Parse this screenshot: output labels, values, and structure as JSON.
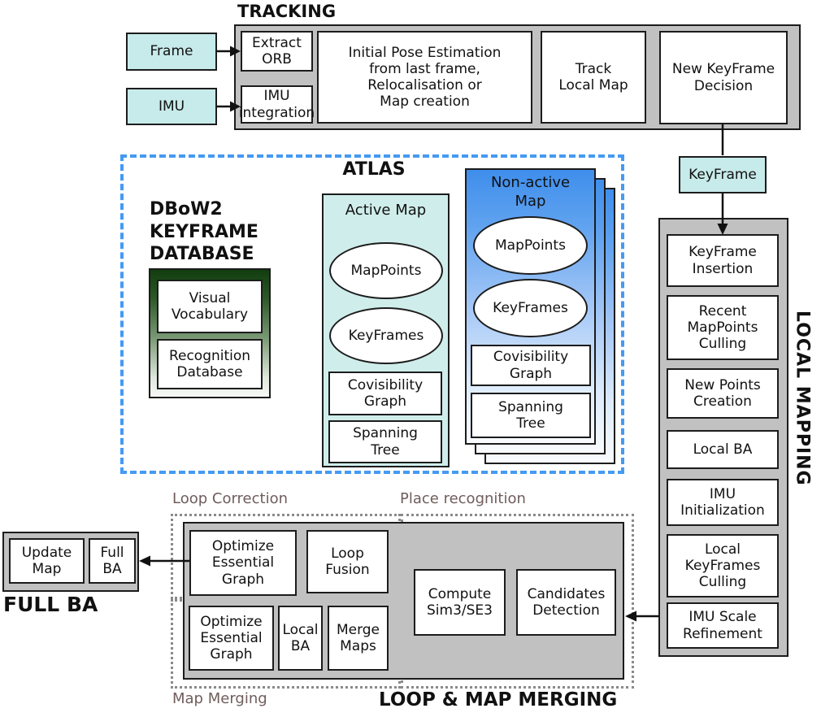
{
  "colors": {
    "container_gray": "#c1c1c1",
    "cyan_node": "#c7eaea",
    "active_map_fill": "#cfedeb",
    "nonactive_top_blue": "#3f8eec",
    "atlas_dash_blue": "#459af2",
    "dbow2_top_green": "#123d0e",
    "region_label_brown": "#6f5d5b",
    "line_black": "#111111"
  },
  "tracking": {
    "title": "TRACKING",
    "inputs": {
      "frame": "Frame",
      "imu": "IMU"
    },
    "boxes": {
      "extract_orb": "Extract\nORB",
      "imu_integration": "IMU\nintegration",
      "initial_pose": "Initial Pose Estimation\nfrom last frame,\nRelocalisation or\nMap creation",
      "track_local_map": "Track\nLocal Map",
      "new_keyframe_decision": "New KeyFrame\nDecision"
    }
  },
  "keyframe_node": "KeyFrame",
  "atlas": {
    "title": "ATLAS",
    "dbow2_title": "DBoW2\nKEYFRAME\nDATABASE",
    "dbow2": {
      "visual_vocabulary": "Visual\nVocabulary",
      "recognition_database": "Recognition\nDatabase"
    },
    "active_map": {
      "title": "Active Map",
      "mappoints": "MapPoints",
      "keyframes": "KeyFrames",
      "covisibility_graph": "Covisibility\nGraph",
      "spanning_tree": "Spanning\nTree"
    },
    "non_active_map": {
      "title": "Non-active\nMap",
      "mappoints": "MapPoints",
      "keyframes": "KeyFrames",
      "covisibility_graph": "Covisibility\nGraph",
      "spanning_tree": "Spanning\nTree"
    }
  },
  "local_mapping": {
    "title": "LOCAL MAPPING",
    "boxes": [
      "KeyFrame\nInsertion",
      "Recent\nMapPoints\nCulling",
      "New Points\nCreation",
      "Local BA",
      "IMU\nInitialization",
      "Local\nKeyFrames\nCulling",
      "IMU Scale\nRefinement"
    ]
  },
  "full_ba": {
    "title": "FULL BA",
    "update_map": "Update\nMap",
    "full_ba": "Full\nBA"
  },
  "loop_map_merging": {
    "title": "LOOP & MAP MERGING",
    "loop_correction_label": "Loop Correction",
    "place_recognition_label": "Place recognition",
    "map_merging_label": "Map Merging",
    "loop_correction": {
      "optimize_essential_graph": "Optimize\nEssential\nGraph",
      "loop_fusion": "Loop\nFusion"
    },
    "map_merging": {
      "optimize_essential_graph": "Optimize\nEssential\nGraph",
      "local_ba": "Local\nBA",
      "merge_maps": "Merge\nMaps"
    },
    "place_recognition": {
      "compute_sim3": "Compute\nSim3/SE3",
      "candidates_detection": "Candidates\nDetection"
    }
  }
}
